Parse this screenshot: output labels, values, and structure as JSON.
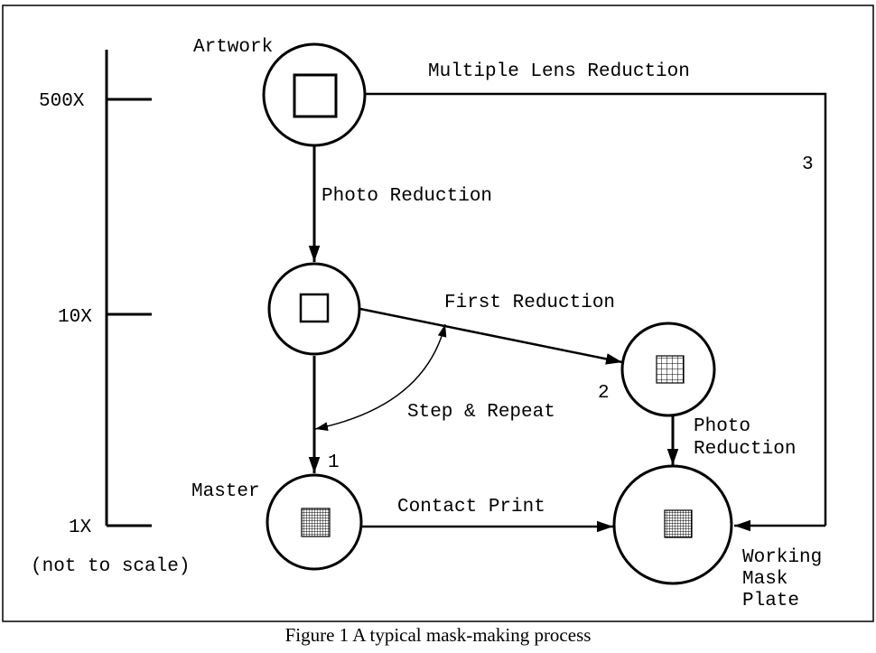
{
  "caption": "Figure 1 A typical mask-making process",
  "scale": {
    "label_500x": "500X",
    "label_10x": "10X",
    "label_1x": "1X",
    "note": "(not to scale)"
  },
  "nodes": {
    "artwork": "Artwork",
    "master": "Master",
    "working_line1": "Working",
    "working_line2": "Mask",
    "working_line3": "Plate"
  },
  "edges": {
    "multiple_lens": "Multiple Lens Reduction",
    "photo_reduction_1": "Photo Reduction",
    "first_reduction": "First Reduction",
    "step_repeat": "Step & Repeat",
    "contact_print": "Contact Print",
    "photo_reduction_2a": "Photo",
    "photo_reduction_2b": "Reduction"
  },
  "path_numbers": {
    "one": "1",
    "two": "2",
    "three": "3"
  }
}
